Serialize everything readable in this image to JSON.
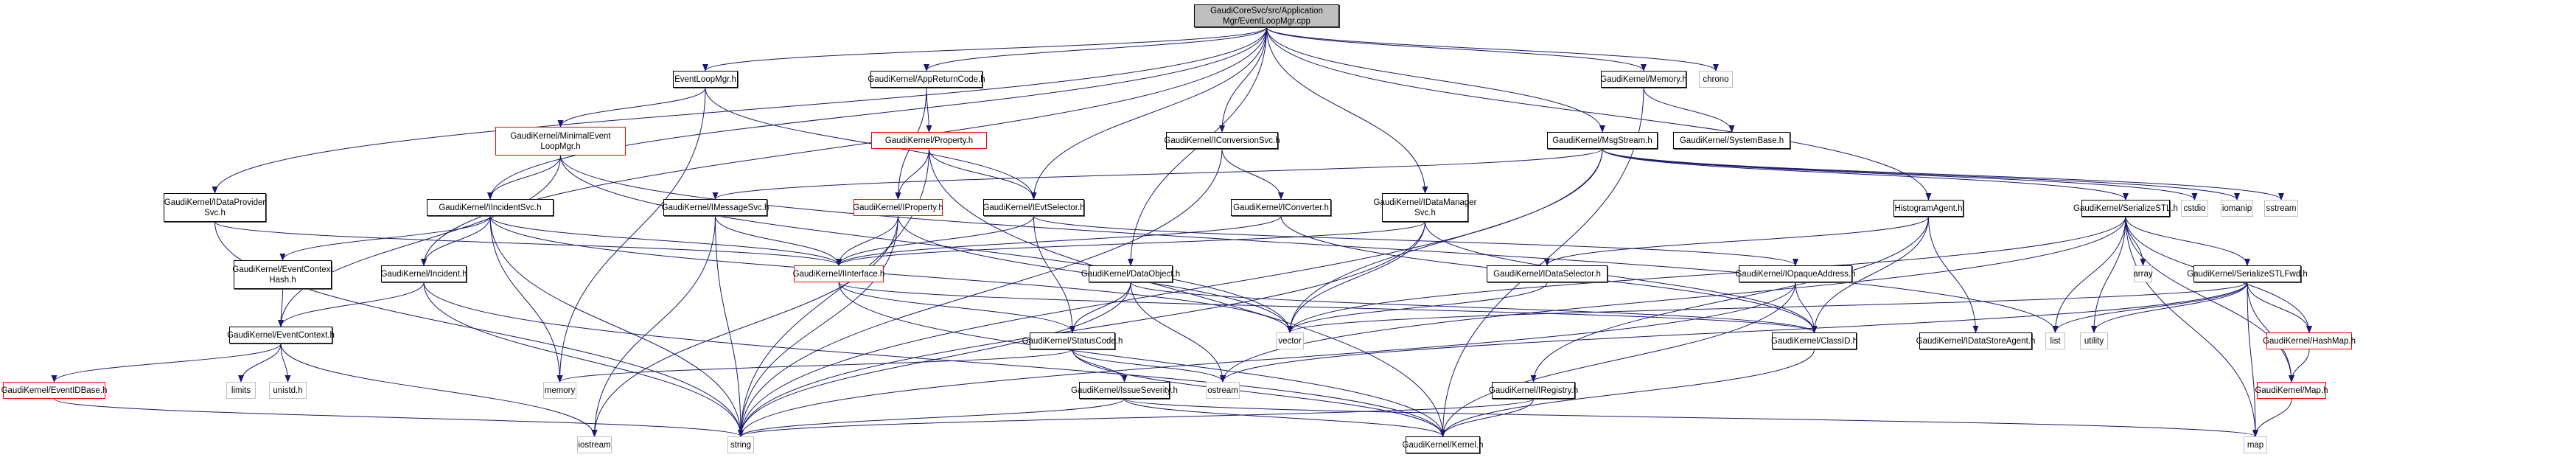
{
  "diagram": {
    "title": "GaudiCoreSvc/src/ApplicationMgr/EventLoopMgr.cpp include dependency graph",
    "edge_color": "#191970",
    "legend_colors": {
      "root_fill": "#bfbfbf",
      "documented_border": "#000000",
      "truncated_border": "#ff0000",
      "external_border": "#bfbfbf"
    },
    "nodes": [
      {
        "id": "root",
        "label": "GaudiCoreSvc/src/Application\nMgr/EventLoopMgr.cpp",
        "kind": "root"
      },
      {
        "id": "eventloopmgr_h",
        "label": "EventLoopMgr.h",
        "kind": "normal"
      },
      {
        "id": "appreturncode",
        "label": "GaudiKernel/AppReturnCode.h",
        "kind": "normal"
      },
      {
        "id": "memory_h",
        "label": "GaudiKernel/Memory.h",
        "kind": "normal"
      },
      {
        "id": "chrono",
        "label": "chrono",
        "kind": "system"
      },
      {
        "id": "minimaleventloopmgr",
        "label": "GaudiKernel/MinimalEvent\nLoopMgr.h",
        "kind": "truncated"
      },
      {
        "id": "property_h",
        "label": "GaudiKernel/Property.h",
        "kind": "truncated"
      },
      {
        "id": "iconversionsvc",
        "label": "GaudiKernel/IConversionSvc.h",
        "kind": "normal"
      },
      {
        "id": "msgstream",
        "label": "GaudiKernel/MsgStream.h",
        "kind": "normal"
      },
      {
        "id": "systembase",
        "label": "GaudiKernel/SystemBase.h",
        "kind": "normal"
      },
      {
        "id": "idataprovidersvc",
        "label": "GaudiKernel/IDataProvider\nSvc.h",
        "kind": "normal"
      },
      {
        "id": "iincidentsvc",
        "label": "GaudiKernel/IIncidentSvc.h",
        "kind": "normal"
      },
      {
        "id": "imessagesvc",
        "label": "GaudiKernel/IMessageSvc.h",
        "kind": "normal"
      },
      {
        "id": "iproperty",
        "label": "GaudiKernel/IProperty.h",
        "kind": "truncated"
      },
      {
        "id": "ievtselector",
        "label": "GaudiKernel/IEvtSelector.h",
        "kind": "normal"
      },
      {
        "id": "iconverter",
        "label": "GaudiKernel/IConverter.h",
        "kind": "normal"
      },
      {
        "id": "idatamanagersvc",
        "label": "GaudiKernel/IDataManager\nSvc.h",
        "kind": "normal"
      },
      {
        "id": "histogramagent",
        "label": "HistogramAgent.h",
        "kind": "normal"
      },
      {
        "id": "serializestl",
        "label": "GaudiKernel/SerializeSTL.h",
        "kind": "normal"
      },
      {
        "id": "cstdio",
        "label": "cstdio",
        "kind": "system"
      },
      {
        "id": "iomanip",
        "label": "iomanip",
        "kind": "system"
      },
      {
        "id": "sstream",
        "label": "sstream",
        "kind": "system"
      },
      {
        "id": "eventcontexthash",
        "label": "GaudiKernel/EventContext\nHash.h",
        "kind": "normal"
      },
      {
        "id": "incident_h",
        "label": "GaudiKernel/Incident.h",
        "kind": "normal"
      },
      {
        "id": "iinterface",
        "label": "GaudiKernel/IInterface.h",
        "kind": "truncated"
      },
      {
        "id": "dataobject",
        "label": "GaudiKernel/DataObject.h",
        "kind": "normal"
      },
      {
        "id": "idataselector",
        "label": "GaudiKernel/IDataSelector.h",
        "kind": "normal"
      },
      {
        "id": "iopaqueaddress",
        "label": "GaudiKernel/IOpaqueAddress.h",
        "kind": "normal"
      },
      {
        "id": "array",
        "label": "array",
        "kind": "system"
      },
      {
        "id": "serializestlfwd",
        "label": "GaudiKernel/SerializeSTLFwd.h",
        "kind": "normal"
      },
      {
        "id": "eventcontext",
        "label": "GaudiKernel/EventContext.h",
        "kind": "normal"
      },
      {
        "id": "statuscode",
        "label": "GaudiKernel/StatusCode.h",
        "kind": "normal"
      },
      {
        "id": "vector",
        "label": "vector",
        "kind": "system"
      },
      {
        "id": "classid",
        "label": "GaudiKernel/ClassID.h",
        "kind": "normal"
      },
      {
        "id": "idatastoreagent",
        "label": "GaudiKernel/IDataStoreAgent.h",
        "kind": "normal"
      },
      {
        "id": "list",
        "label": "list",
        "kind": "system"
      },
      {
        "id": "utility",
        "label": "utility",
        "kind": "system"
      },
      {
        "id": "hashmap",
        "label": "GaudiKernel/HashMap.h",
        "kind": "truncated"
      },
      {
        "id": "eventidbase",
        "label": "GaudiKernel/EventIDBase.h",
        "kind": "truncated"
      },
      {
        "id": "limits",
        "label": "limits",
        "kind": "system"
      },
      {
        "id": "unistd",
        "label": "unistd.h",
        "kind": "system"
      },
      {
        "id": "memory",
        "label": "memory",
        "kind": "system"
      },
      {
        "id": "issueseverity",
        "label": "GaudiKernel/IssueSeverity.h",
        "kind": "normal"
      },
      {
        "id": "ostream",
        "label": "ostream",
        "kind": "system"
      },
      {
        "id": "iregistry",
        "label": "GaudiKernel/IRegistry.h",
        "kind": "normal"
      },
      {
        "id": "map_h",
        "label": "GaudiKernel/Map.h",
        "kind": "truncated"
      },
      {
        "id": "iostream",
        "label": "iostream",
        "kind": "system"
      },
      {
        "id": "string",
        "label": "string",
        "kind": "system"
      },
      {
        "id": "kernel_h",
        "label": "GaudiKernel/Kernel.h",
        "kind": "normal"
      },
      {
        "id": "map",
        "label": "map",
        "kind": "system"
      }
    ],
    "edges": [
      [
        "root",
        "eventloopmgr_h"
      ],
      [
        "root",
        "appreturncode"
      ],
      [
        "root",
        "memory_h"
      ],
      [
        "root",
        "chrono"
      ],
      [
        "root",
        "iconversionsvc"
      ],
      [
        "root",
        "msgstream"
      ],
      [
        "root",
        "idataprovidersvc"
      ],
      [
        "root",
        "iincidentsvc"
      ],
      [
        "root",
        "ievtselector"
      ],
      [
        "root",
        "idatamanagersvc"
      ],
      [
        "root",
        "histogramagent"
      ],
      [
        "root",
        "dataobject"
      ],
      [
        "root",
        "incident_h"
      ],
      [
        "eventloopmgr_h",
        "minimaleventloopmgr"
      ],
      [
        "eventloopmgr_h",
        "memory"
      ],
      [
        "eventloopmgr_h",
        "ievtselector"
      ],
      [
        "appreturncode",
        "property_h"
      ],
      [
        "appreturncode",
        "iproperty"
      ],
      [
        "memory_h",
        "systembase"
      ],
      [
        "memory_h",
        "kernel_h"
      ],
      [
        "minimaleventloopmgr",
        "iincidentsvc"
      ],
      [
        "minimaleventloopmgr",
        "eventcontext"
      ],
      [
        "minimaleventloopmgr",
        "vector"
      ],
      [
        "minimaleventloopmgr",
        "list"
      ],
      [
        "property_h",
        "iproperty"
      ],
      [
        "property_h",
        "string"
      ],
      [
        "property_h",
        "ievtselector"
      ],
      [
        "property_h",
        "kernel_h"
      ],
      [
        "iconversionsvc",
        "iconverter"
      ],
      [
        "iconversionsvc",
        "string"
      ],
      [
        "msgstream",
        "imessagesvc"
      ],
      [
        "msgstream",
        "vector"
      ],
      [
        "msgstream",
        "cstdio"
      ],
      [
        "msgstream",
        "iomanip"
      ],
      [
        "msgstream",
        "sstream"
      ],
      [
        "msgstream",
        "serializestl"
      ],
      [
        "msgstream",
        "string"
      ],
      [
        "idataprovidersvc",
        "iinterface"
      ],
      [
        "idataprovidersvc",
        "string"
      ],
      [
        "iincidentsvc",
        "iinterface"
      ],
      [
        "iincidentsvc",
        "incident_h"
      ],
      [
        "iincidentsvc",
        "eventcontexthash"
      ],
      [
        "iincidentsvc",
        "memory"
      ],
      [
        "iincidentsvc",
        "string"
      ],
      [
        "iincidentsvc",
        "vector"
      ],
      [
        "imessagesvc",
        "iinterface"
      ],
      [
        "imessagesvc",
        "iostream"
      ],
      [
        "imessagesvc",
        "string"
      ],
      [
        "iproperty",
        "iinterface"
      ],
      [
        "iproperty",
        "string"
      ],
      [
        "iproperty",
        "vector"
      ],
      [
        "iproperty",
        "iostream"
      ],
      [
        "ievtselector",
        "iinterface"
      ],
      [
        "ievtselector",
        "statuscode"
      ],
      [
        "ievtselector",
        "iopaqueaddress"
      ],
      [
        "iconverter",
        "iinterface"
      ],
      [
        "iconverter",
        "classid"
      ],
      [
        "idatamanagersvc",
        "iinterface"
      ],
      [
        "idatamanagersvc",
        "classid"
      ],
      [
        "idatamanagersvc",
        "string"
      ],
      [
        "idatamanagersvc",
        "vector"
      ],
      [
        "histogramagent",
        "idataselector"
      ],
      [
        "histogramagent",
        "idatastoreagent"
      ],
      [
        "histogramagent",
        "classid"
      ],
      [
        "histogramagent",
        "iregistry"
      ],
      [
        "serializestl",
        "array"
      ],
      [
        "serializestl",
        "list"
      ],
      [
        "serializestl",
        "utility"
      ],
      [
        "serializestl",
        "serializestlfwd"
      ],
      [
        "serializestl",
        "hashmap"
      ],
      [
        "serializestl",
        "map_h"
      ],
      [
        "serializestl",
        "map"
      ],
      [
        "serializestl",
        "vector"
      ],
      [
        "serializestl",
        "ostream"
      ],
      [
        "eventcontexthash",
        "eventcontext"
      ],
      [
        "incident_h",
        "eventcontext"
      ],
      [
        "incident_h",
        "string"
      ],
      [
        "incident_h",
        "kernel_h"
      ],
      [
        "iinterface",
        "statuscode"
      ],
      [
        "iinterface",
        "classid"
      ],
      [
        "iinterface",
        "kernel_h"
      ],
      [
        "dataobject",
        "statuscode"
      ],
      [
        "dataobject",
        "classid"
      ],
      [
        "dataobject",
        "string"
      ],
      [
        "dataobject",
        "ostream"
      ],
      [
        "idataselector",
        "vector"
      ],
      [
        "iopaqueaddress",
        "classid"
      ],
      [
        "iopaqueaddress",
        "string"
      ],
      [
        "iopaqueaddress",
        "kernel_h"
      ],
      [
        "serializestlfwd",
        "list"
      ],
      [
        "serializestlfwd",
        "utility"
      ],
      [
        "serializestlfwd",
        "hashmap"
      ],
      [
        "serializestlfwd",
        "map_h"
      ],
      [
        "serializestlfwd",
        "map"
      ],
      [
        "serializestlfwd",
        "vector"
      ],
      [
        "serializestlfwd",
        "ostream"
      ],
      [
        "eventcontext",
        "eventidbase"
      ],
      [
        "eventcontext",
        "limits"
      ],
      [
        "eventcontext",
        "unistd"
      ],
      [
        "eventcontext",
        "iostream"
      ],
      [
        "statuscode",
        "issueseverity"
      ],
      [
        "statuscode",
        "ostream"
      ],
      [
        "statuscode",
        "kernel_h"
      ],
      [
        "statuscode",
        "memory"
      ],
      [
        "classid",
        "kernel_h"
      ],
      [
        "issueseverity",
        "kernel_h"
      ],
      [
        "issueseverity",
        "string"
      ],
      [
        "issueseverity",
        "map"
      ],
      [
        "iregistry",
        "kernel_h"
      ],
      [
        "iregistry",
        "string"
      ],
      [
        "hashmap",
        "map_h"
      ],
      [
        "map_h",
        "map"
      ],
      [
        "eventidbase",
        "string"
      ]
    ]
  }
}
